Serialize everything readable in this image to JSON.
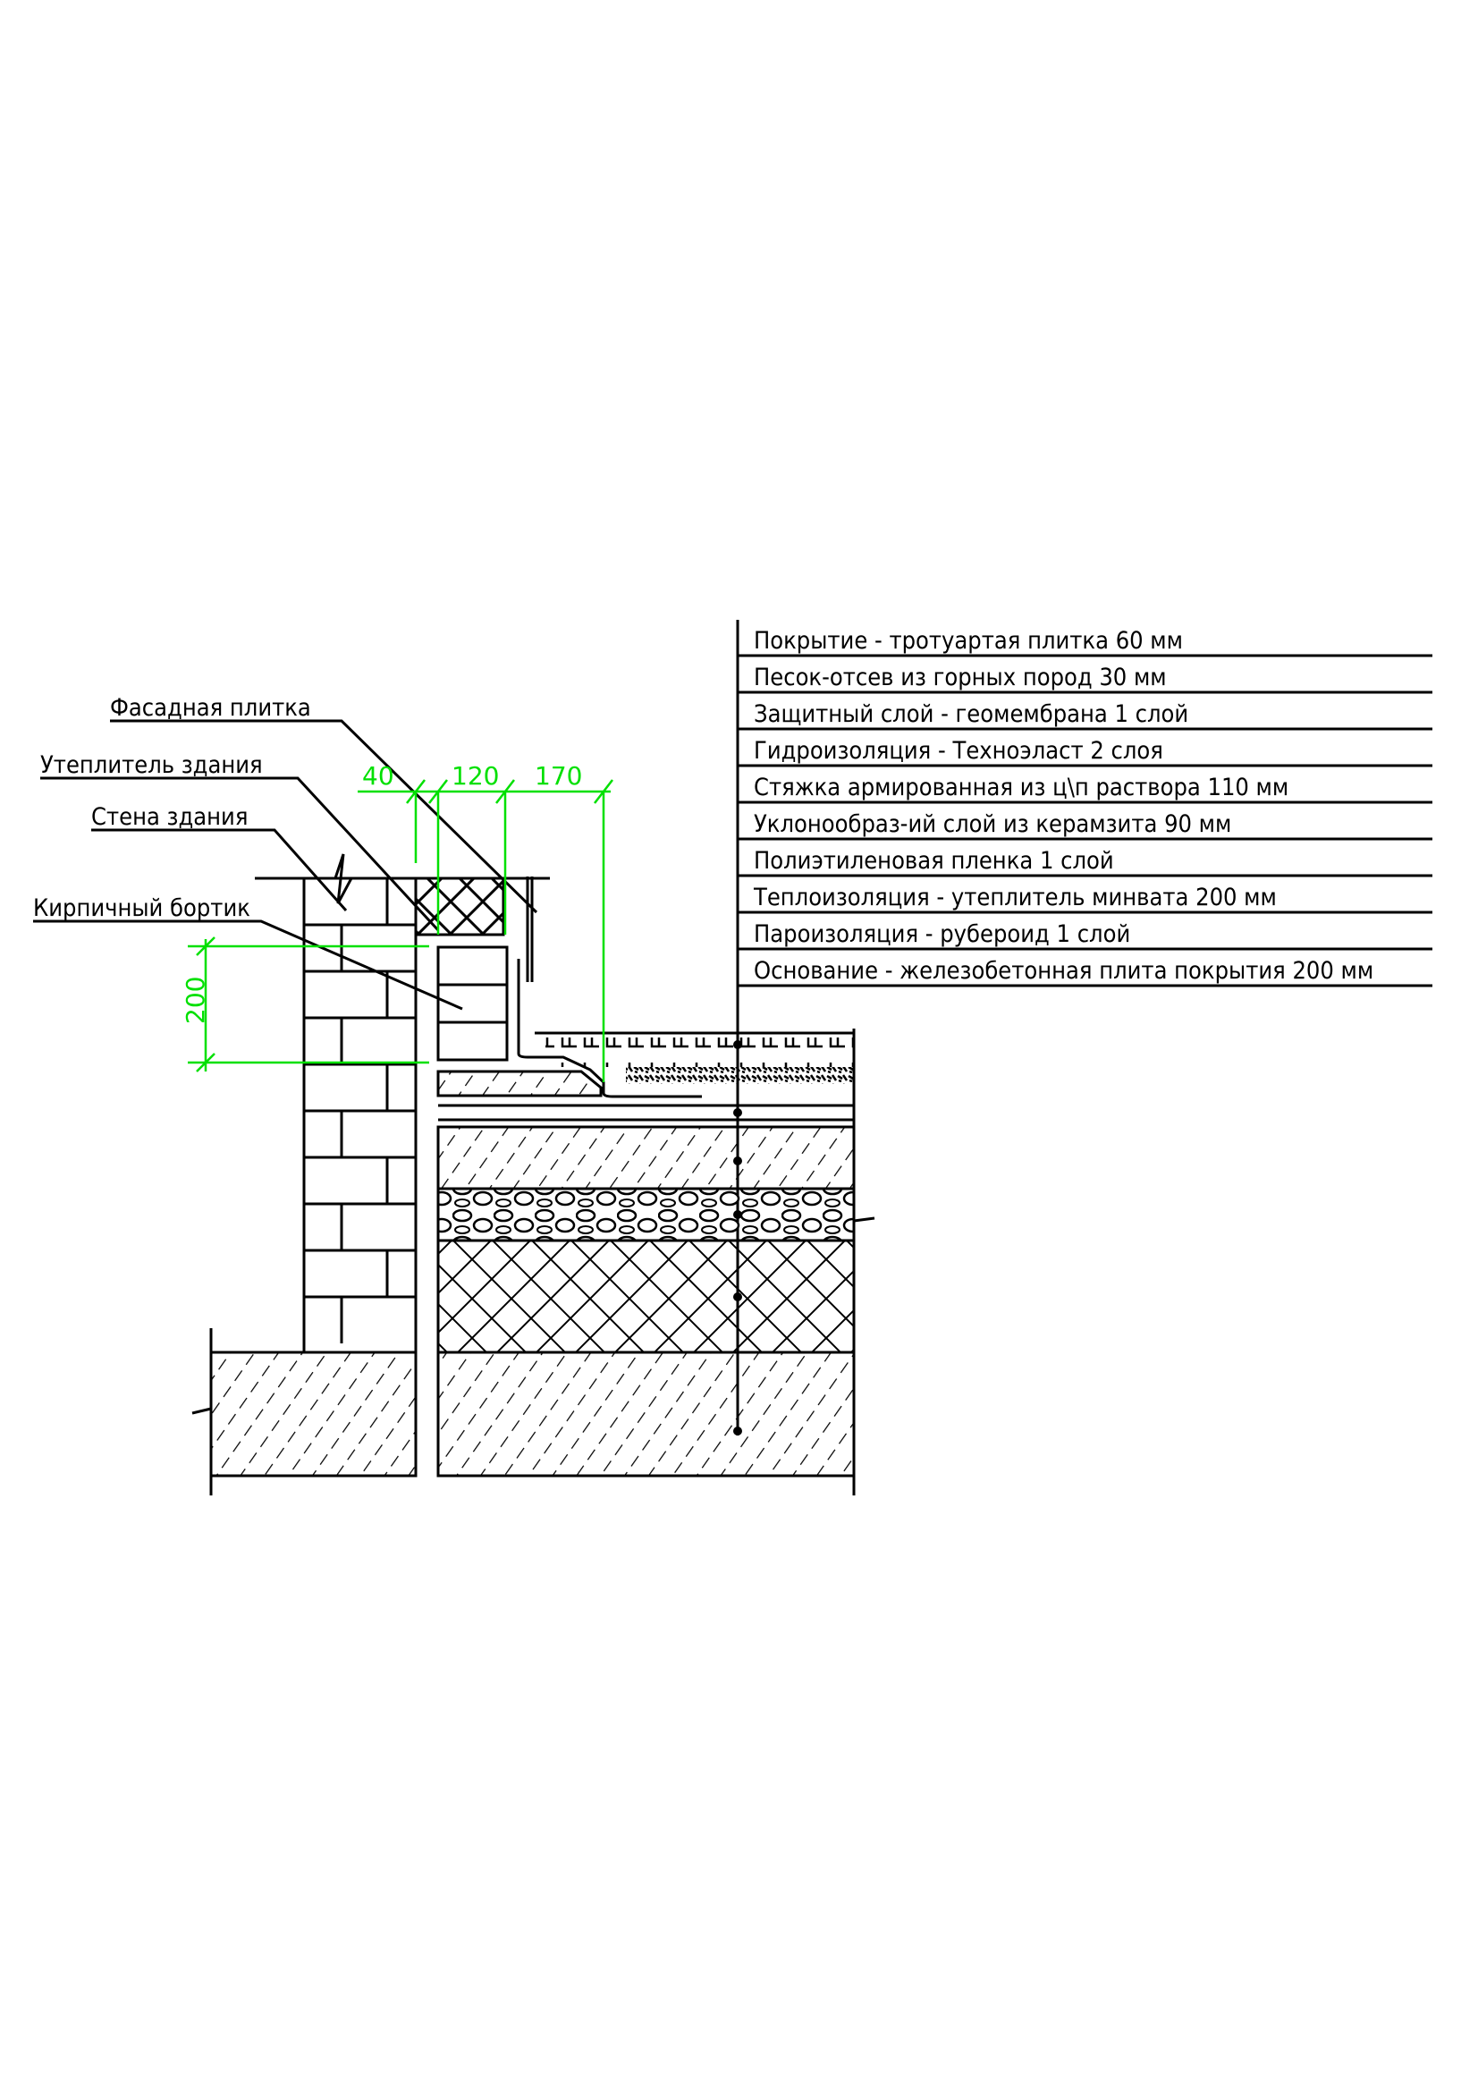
{
  "layers_legend": [
    "Покрытие - тротуартая плитка 60 мм",
    "Песок-отсев из горных пород 30 мм",
    "Защитный слой - геомембрана 1 слой",
    "Гидроизоляция - Техноэласт 2 слоя",
    "Стяжка армированная из ц\\п раствора 110 мм",
    "Уклонообраз-ий слой из керамзита 90 мм",
    "Полиэтиленовая пленка 1 слой",
    "Теплоизоляция - утеплитель минвата 200 мм",
    "Пароизоляция - рубероид 1 слой",
    "Основание - железобетонная плита покрытия 200 мм"
  ],
  "callouts": {
    "facade_tile": "Фасадная плитка",
    "building_insulation": "Утеплитель здания",
    "building_wall": "Стена здания",
    "brick_curb": "Кирпичный бортик"
  },
  "dimensions": {
    "d1": "40",
    "d2": "120",
    "d3": "170",
    "height": "200"
  },
  "colors": {
    "dimension": "#00e000",
    "lines": "#000000"
  }
}
